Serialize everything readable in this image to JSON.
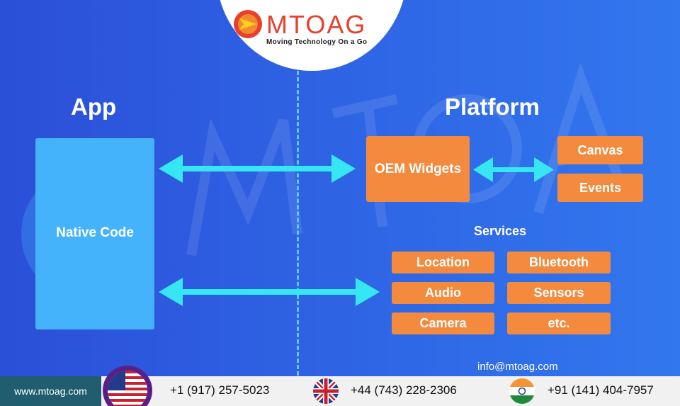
{
  "brand": {
    "name": "MTOAG",
    "tagline": "Moving Technology On a Go",
    "website": "www.mtoag.com",
    "email": "info@mtoag.com"
  },
  "diagram": {
    "app_heading": "App",
    "platform_heading": "Platform",
    "native_code": "Native Code",
    "oem_widgets": "OEM Widgets",
    "canvas": "Canvas",
    "events": "Events",
    "services_heading": "Services",
    "services": [
      "Location",
      "Bluetooth",
      "Audio",
      "Sensors",
      "Camera",
      "etc."
    ]
  },
  "contacts": {
    "us_phone": "+1 (917) 257-5023",
    "uk_phone": "+44 (743) 228-2306",
    "in_phone": "+91 (141) 404-7957"
  },
  "colors": {
    "background": "#2e62e3",
    "native_box": "#45b3fb",
    "orange_box": "#f38a3d",
    "arrow": "#37e6f3",
    "footer_tab": "#205e6f"
  }
}
